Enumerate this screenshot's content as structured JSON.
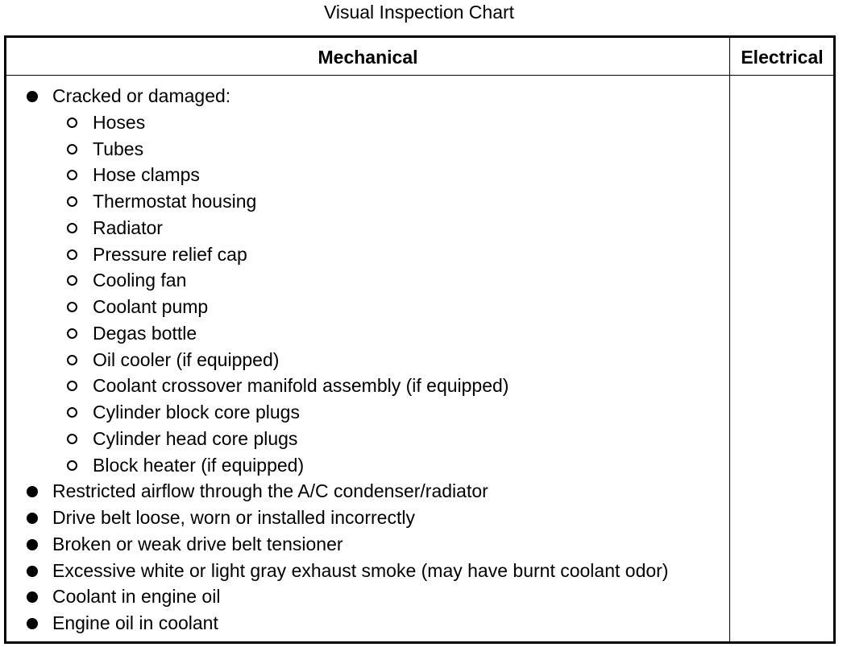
{
  "title": "Visual Inspection Chart",
  "columns": {
    "mechanical": "Mechanical",
    "electrical": "Electrical"
  },
  "mechanical_items": [
    {
      "level": 1,
      "text": "Cracked or damaged:"
    },
    {
      "level": 2,
      "text": "Hoses"
    },
    {
      "level": 2,
      "text": "Tubes"
    },
    {
      "level": 2,
      "text": "Hose clamps"
    },
    {
      "level": 2,
      "text": "Thermostat housing"
    },
    {
      "level": 2,
      "text": "Radiator"
    },
    {
      "level": 2,
      "text": "Pressure relief cap"
    },
    {
      "level": 2,
      "text": "Cooling fan"
    },
    {
      "level": 2,
      "text": "Coolant pump"
    },
    {
      "level": 2,
      "text": "Degas bottle"
    },
    {
      "level": 2,
      "text": "Oil cooler (if equipped)"
    },
    {
      "level": 2,
      "text": "Coolant crossover manifold assembly (if equipped)"
    },
    {
      "level": 2,
      "text": "Cylinder block core plugs"
    },
    {
      "level": 2,
      "text": "Cylinder head core plugs"
    },
    {
      "level": 2,
      "text": "Block heater (if equipped)"
    },
    {
      "level": 1,
      "text": "Restricted airflow through the A/C condenser/radiator"
    },
    {
      "level": 1,
      "text": "Drive belt loose, worn or installed incorrectly"
    },
    {
      "level": 1,
      "text": "Broken or weak drive belt tensioner"
    },
    {
      "level": 1,
      "text": "Excessive white or light gray exhaust smoke (may have burnt coolant odor)"
    },
    {
      "level": 1,
      "text": "Coolant in engine oil"
    },
    {
      "level": 1,
      "text": "Engine oil in coolant"
    }
  ],
  "electrical_items": []
}
